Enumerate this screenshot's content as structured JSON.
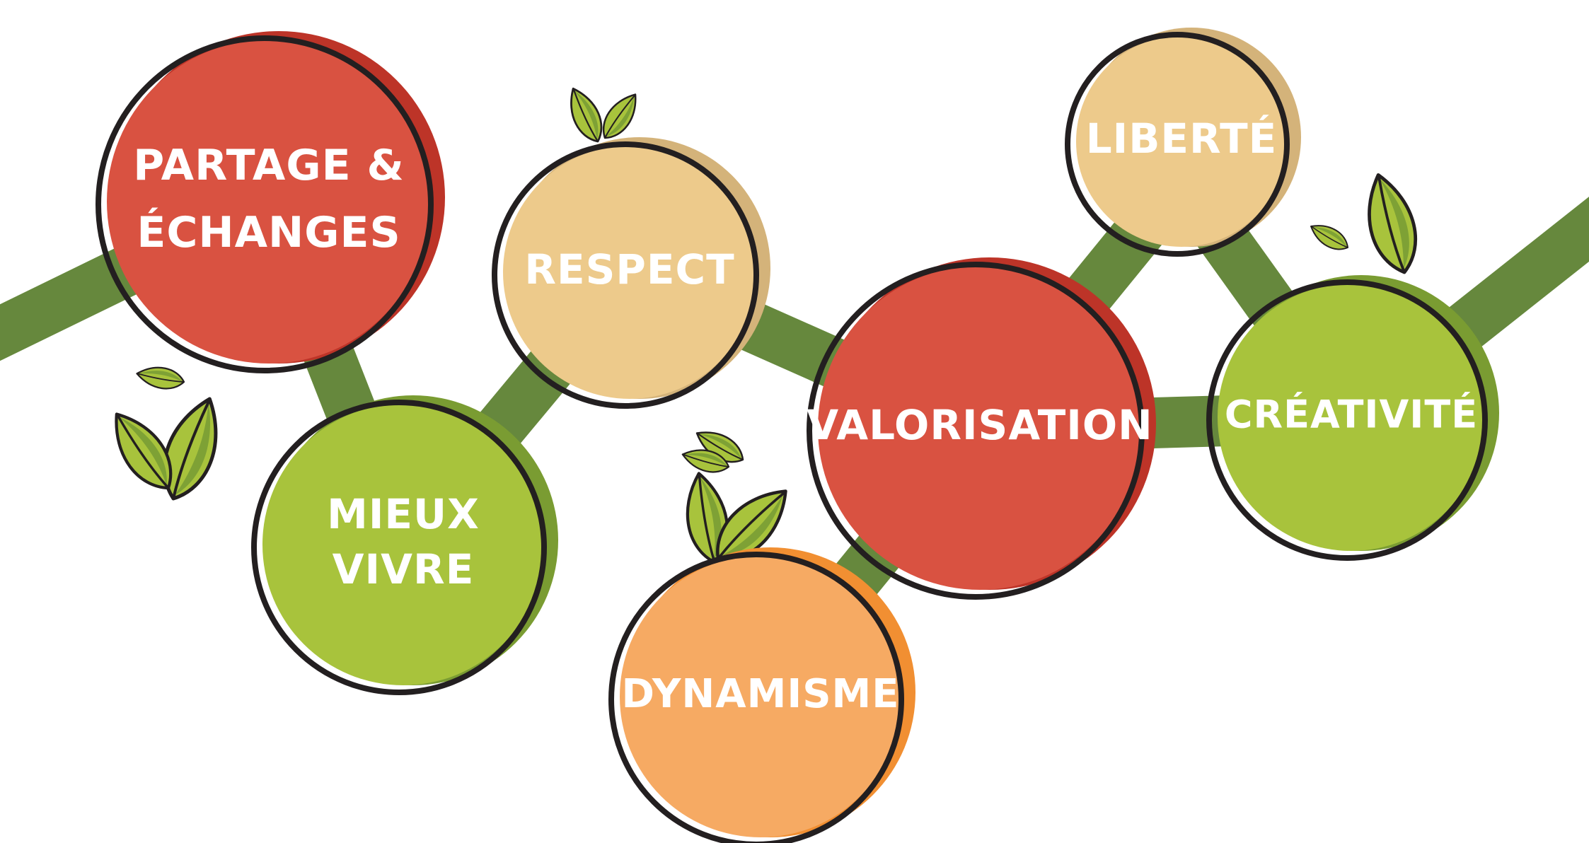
{
  "colors": {
    "background": "#ffffff",
    "path_green": "#66883d",
    "red": "#d95241",
    "red_shade": "#bd3428",
    "beige": "#edca8b",
    "beige_shade": "#d4b37a",
    "lime": "#a8c33c",
    "lime_shade": "#7a9c32",
    "orange": "#f6aa63",
    "orange_shade": "#f18f32",
    "outline": "#231f20",
    "leaf_light": "#a8c33c",
    "leaf_dark": "#7ea135"
  },
  "values": [
    {
      "id": "partage",
      "lines": [
        "PARTAGE &",
        "ÉCHANGES"
      ],
      "color": "red"
    },
    {
      "id": "mieux-vivre",
      "lines": [
        "MIEUX",
        "VIVRE"
      ],
      "color": "lime"
    },
    {
      "id": "respect",
      "lines": [
        "RESPECT"
      ],
      "color": "beige"
    },
    {
      "id": "dynamisme",
      "lines": [
        "DYNAMISME"
      ],
      "color": "orange"
    },
    {
      "id": "valorisation",
      "lines": [
        "VALORISATION"
      ],
      "color": "red"
    },
    {
      "id": "liberte",
      "lines": [
        "LIBERTÉ"
      ],
      "color": "beige"
    },
    {
      "id": "creativite",
      "lines": [
        "CRÉATIVITÉ"
      ],
      "color": "lime"
    }
  ]
}
